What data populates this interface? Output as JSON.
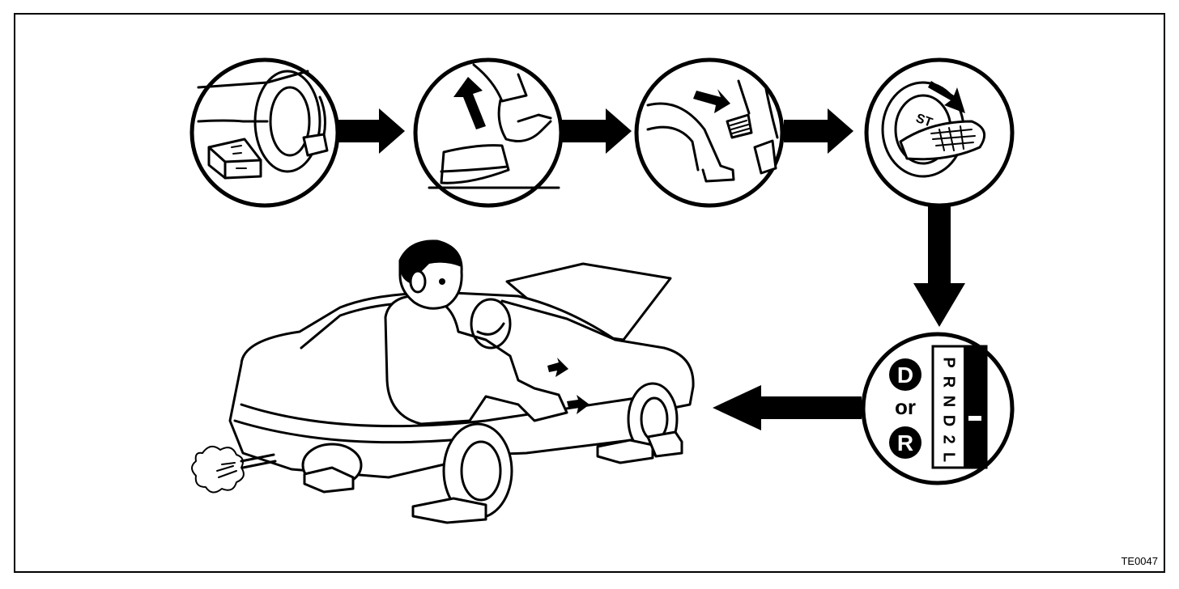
{
  "figure": {
    "code": "TE0047",
    "steps": [
      {
        "icon": "wheel-chock-icon"
      },
      {
        "icon": "parking-brake-icon"
      },
      {
        "icon": "brake-pedal-icon"
      },
      {
        "icon": "ignition-key-icon",
        "key_text": "ST"
      },
      {
        "icon": "gear-selector-icon",
        "options": [
          "D",
          "R"
        ],
        "joiner": "or",
        "gate": [
          "P",
          "R",
          "N",
          "D",
          "2",
          "L"
        ]
      }
    ],
    "scene": {
      "icon": "car-stall-test-icon"
    }
  }
}
